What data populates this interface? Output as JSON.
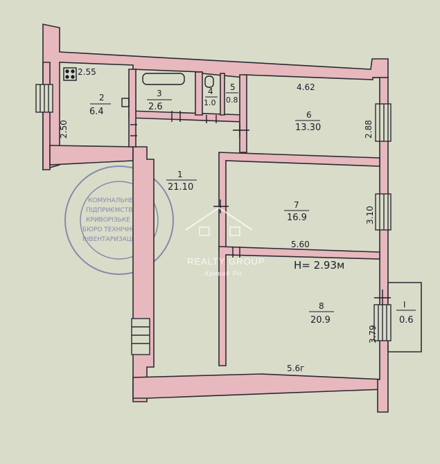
{
  "plan": {
    "ceiling_height": "H= 2.93м",
    "rooms": [
      {
        "id": "room-1",
        "number": "1",
        "area": "21.10"
      },
      {
        "id": "room-2",
        "number": "2",
        "area": "6.4"
      },
      {
        "id": "room-3",
        "number": "3",
        "area": "2.6"
      },
      {
        "id": "room-4",
        "number": "4",
        "area": "1.0"
      },
      {
        "id": "room-5",
        "number": "5",
        "area": "0.8"
      },
      {
        "id": "room-6",
        "number": "6",
        "area": "13.30"
      },
      {
        "id": "room-7",
        "number": "7",
        "area": "16.9"
      },
      {
        "id": "room-8",
        "number": "8",
        "area": "20.9"
      },
      {
        "id": "balcony",
        "number": "I",
        "area": "0.6"
      }
    ],
    "dimensions": {
      "kitchen_width": "2.55",
      "kitchen_depth": "2.50",
      "room6_width": "4.62",
      "room6_depth": "2.88",
      "room7_depth": "3.10",
      "room7_width": "5.60",
      "room8_depth": "3.79",
      "room8_width": "5.6г"
    }
  },
  "stamp": {
    "lines": [
      "КОМУНАЛЬНЕ",
      "ПІДПРИЄМСТВО",
      "КРИВОРІЗЬКЕ",
      "БЮРО ТЕХНІЧНОЇ",
      "ІНВЕНТАРИЗАЦІЇ"
    ]
  },
  "watermark": {
    "brand": "REALTY GROUP",
    "sub": "Кривий Ріг"
  },
  "colors": {
    "paper": "#d9dcc8",
    "wall": "#e7b8bd",
    "ink": "#1a1d2a",
    "stamp": "#6a6fa3"
  }
}
